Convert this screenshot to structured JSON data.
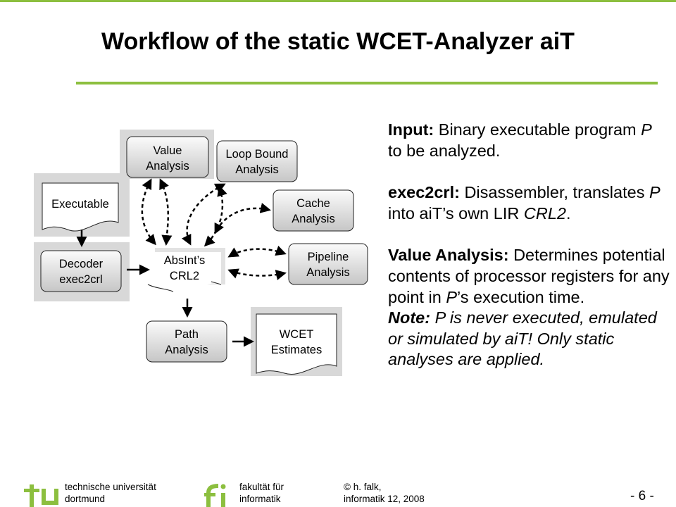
{
  "slide": {
    "title": "Workflow of the static WCET-Analyzer aiT"
  },
  "diagram": {
    "value_analysis": [
      "Value",
      "Analysis"
    ],
    "loop_bound": [
      "Loop Bound",
      "Analysis"
    ],
    "cache": [
      "Cache",
      "Analysis"
    ],
    "pipeline": [
      "Pipeline",
      "Analysis"
    ],
    "executable": "Executable",
    "decoder": [
      "Decoder",
      "exec2crl"
    ],
    "crl2": [
      "AbsInt’s",
      "CRL2"
    ],
    "path": [
      "Path",
      "Analysis"
    ],
    "wcet": [
      "WCET",
      "Estimates"
    ]
  },
  "text": {
    "input_label": "Input:",
    "input_a": " Binary executable program ",
    "input_p": "P",
    "input_b": " to be analyzed.",
    "exec_label": "exec2crl:",
    "exec_a": " Disassembler, translates ",
    "exec_p": "P",
    "exec_b": " into aiT’s own LIR ",
    "exec_crl": "CRL2",
    "exec_c": ".",
    "value_label": "Value Analysis:",
    "value_a": " Determines potential contents of processor registers for any point in ",
    "value_p": "P",
    "value_b": "’s execution time.",
    "note_label": "Note:",
    "note_text": " P is never executed, emulated or simulated by aiT! Only static analyses are applied."
  },
  "footer": {
    "univ_line1": "technische universität",
    "univ_line2": "dortmund",
    "fak_line1": "fakultät für",
    "fak_line2": "informatik",
    "author_line1": "© h. falk,",
    "author_line2": "informatik 12,  2008",
    "page": "- 6 -"
  },
  "colors": {
    "accent_green": "#8cbf3f",
    "logo_gray": "#9a9a9a"
  }
}
